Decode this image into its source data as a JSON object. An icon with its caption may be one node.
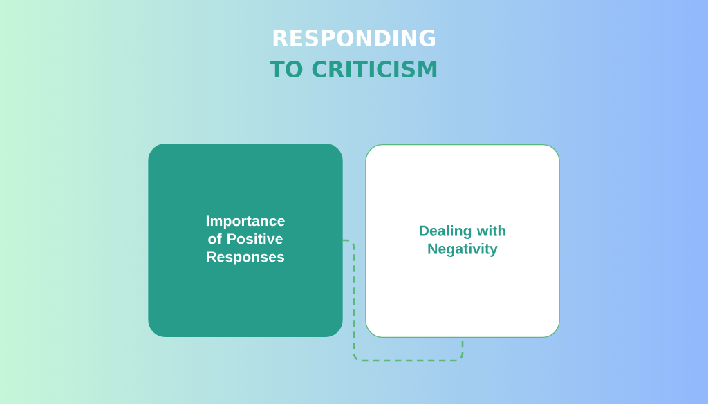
{
  "diagram": {
    "nodes": [
      {
        "text": [
          "Importance of Positive Responses"
        ]
      },
      {
        "text": [
          "Dealing with Negativity"
        ]
      }
    ],
    "edges": [
      {
        "from": 0,
        "to": 1,
        "arrow": "none",
        "style": "dashed"
      }
    ],
    "labels": [
      "RESPONDING",
      "TO CRITICISM"
    ]
  }
}
